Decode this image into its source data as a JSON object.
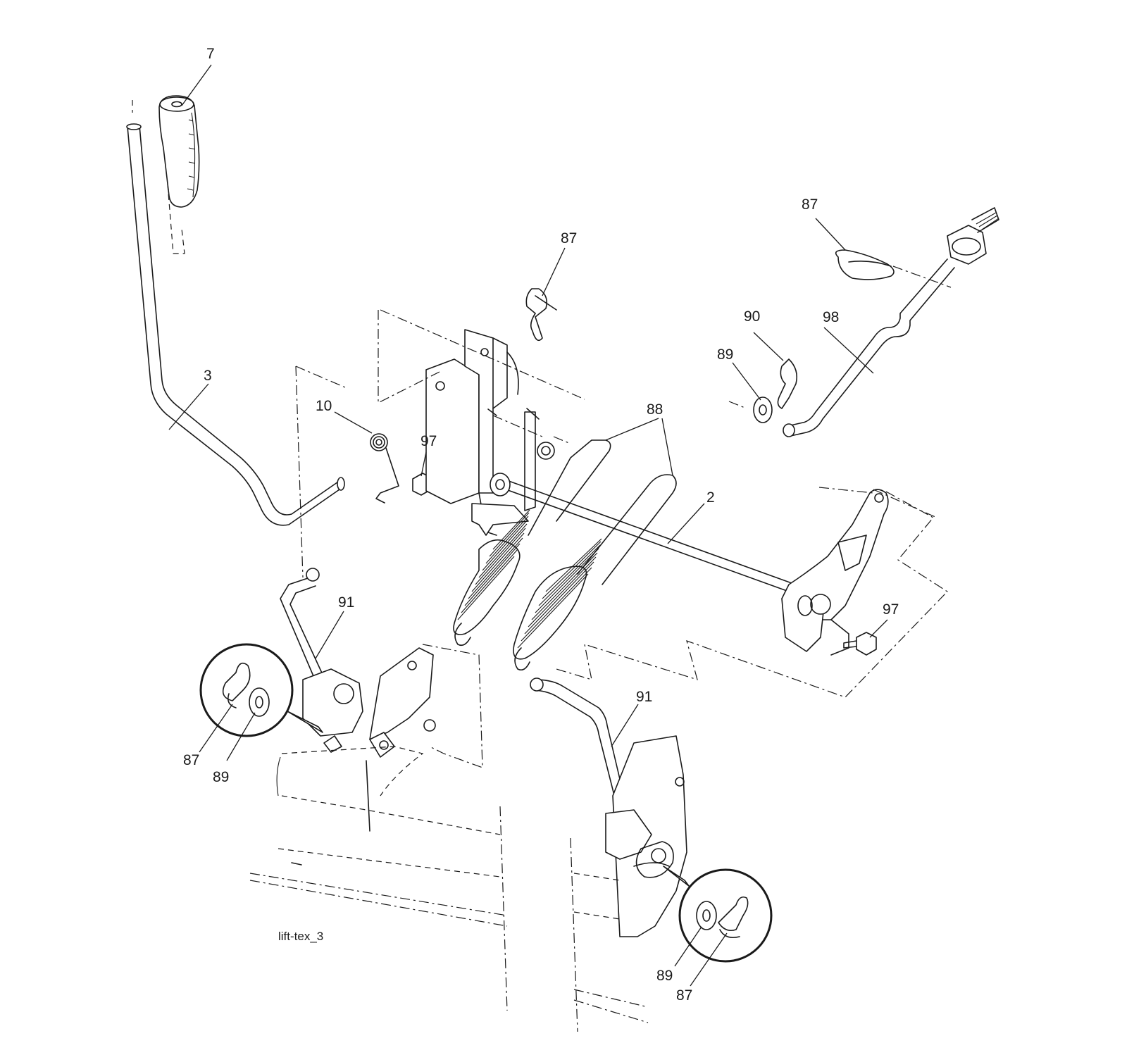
{
  "diagram": {
    "caption": "lift-tex_3",
    "callouts": [
      {
        "id": "c-7",
        "label": "7"
      },
      {
        "id": "c-3",
        "label": "3"
      },
      {
        "id": "c-87a",
        "label": "87"
      },
      {
        "id": "c-87b",
        "label": "87"
      },
      {
        "id": "c-90",
        "label": "90"
      },
      {
        "id": "c-98",
        "label": "98"
      },
      {
        "id": "c-89a",
        "label": "89"
      },
      {
        "id": "c-10",
        "label": "10"
      },
      {
        "id": "c-97a",
        "label": "97"
      },
      {
        "id": "c-88",
        "label": "88"
      },
      {
        "id": "c-2",
        "label": "2"
      },
      {
        "id": "c-91a",
        "label": "91"
      },
      {
        "id": "c-97b",
        "label": "97"
      },
      {
        "id": "c-91b",
        "label": "91"
      },
      {
        "id": "c-87c",
        "label": "87"
      },
      {
        "id": "c-89b",
        "label": "89"
      },
      {
        "id": "c-89c",
        "label": "89"
      },
      {
        "id": "c-87d",
        "label": "87"
      }
    ]
  }
}
